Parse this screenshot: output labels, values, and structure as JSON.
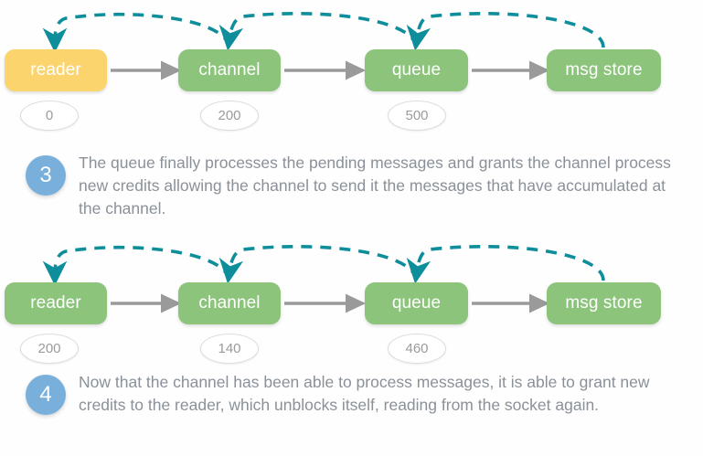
{
  "colors": {
    "background": "#fefefe",
    "node_green": "#8cc47c",
    "node_yellow": "#fbd46d",
    "node_label": "#ffffff",
    "arc_teal": "#0e8e9b",
    "connector_gray": "#9a9a9a",
    "badge_border": "#dcdcdc",
    "badge_text": "#9b9b9b",
    "step_circle": "#79b0db",
    "step_text": "#8a9199"
  },
  "diagram_rows": [
    {
      "id": "row-1",
      "nodes": [
        {
          "label": "reader",
          "color": "yellow",
          "badge": "0"
        },
        {
          "label": "channel",
          "color": "green",
          "badge": "200"
        },
        {
          "label": "queue",
          "color": "green",
          "badge": "500"
        },
        {
          "label": "msg store",
          "color": "green",
          "badge": null
        }
      ],
      "flow_arrows": [
        {
          "from": "reader",
          "to": "channel"
        },
        {
          "from": "channel",
          "to": "queue"
        },
        {
          "from": "queue",
          "to": "msg store"
        }
      ],
      "credit_arcs": [
        {
          "from": "channel",
          "to": "reader"
        },
        {
          "from": "queue",
          "to": "channel"
        },
        {
          "from": "msg store",
          "to": "queue"
        }
      ]
    },
    {
      "id": "row-2",
      "nodes": [
        {
          "label": "reader",
          "color": "green",
          "badge": "200"
        },
        {
          "label": "channel",
          "color": "green",
          "badge": "140"
        },
        {
          "label": "queue",
          "color": "green",
          "badge": "460"
        },
        {
          "label": "msg store",
          "color": "green",
          "badge": null
        }
      ],
      "flow_arrows": [
        {
          "from": "reader",
          "to": "channel"
        },
        {
          "from": "channel",
          "to": "queue"
        },
        {
          "from": "queue",
          "to": "msg store"
        }
      ],
      "credit_arcs": [
        {
          "from": "channel",
          "to": "reader"
        },
        {
          "from": "queue",
          "to": "channel"
        },
        {
          "from": "msg store",
          "to": "queue"
        }
      ]
    }
  ],
  "steps": [
    {
      "number": "3",
      "text": "The queue finally processes the pending messages and grants the channel process new credits allowing the channel to send it the messages that have accumulated at the channel."
    },
    {
      "number": "4",
      "text": "Now that the channel has been able to process messages, it is able to grant new credits to the reader, which unblocks itself, reading from the socket again."
    }
  ]
}
